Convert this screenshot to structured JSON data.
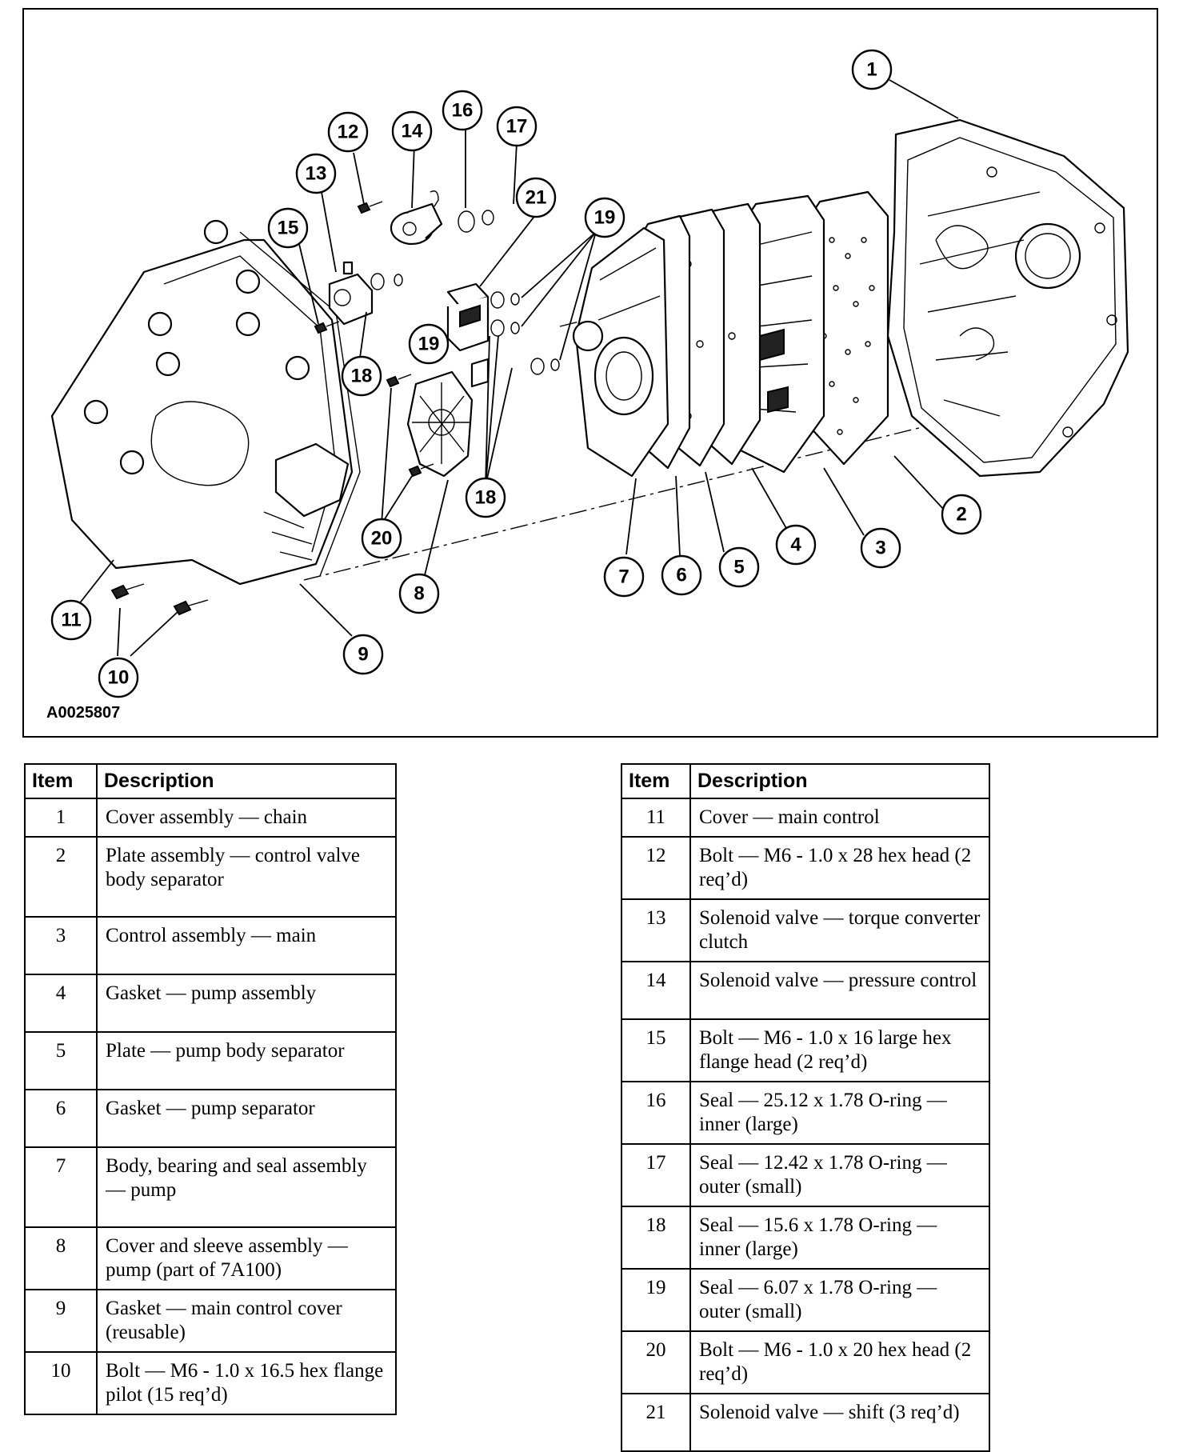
{
  "figure": {
    "figure_id": "A0025807",
    "callouts": [
      {
        "number": "1"
      },
      {
        "number": "2"
      },
      {
        "number": "3"
      },
      {
        "number": "4"
      },
      {
        "number": "5"
      },
      {
        "number": "6"
      },
      {
        "number": "7"
      },
      {
        "number": "8"
      },
      {
        "number": "9"
      },
      {
        "number": "10"
      },
      {
        "number": "11"
      },
      {
        "number": "12"
      },
      {
        "number": "13"
      },
      {
        "number": "14"
      },
      {
        "number": "15"
      },
      {
        "number": "16"
      },
      {
        "number": "17"
      },
      {
        "number": "18"
      },
      {
        "number": "18"
      },
      {
        "number": "19"
      },
      {
        "number": "19"
      },
      {
        "number": "20"
      },
      {
        "number": "21"
      }
    ]
  },
  "tables": {
    "left": {
      "header_item": "Item",
      "header_description": "Description",
      "rows": [
        {
          "item": "1",
          "description": "Cover assembly — chain"
        },
        {
          "item": "2",
          "description": "Plate assembly — control valve body separator"
        },
        {
          "item": "3",
          "description": "Control assembly — main"
        },
        {
          "item": "4",
          "description": "Gasket — pump assembly"
        },
        {
          "item": "5",
          "description": "Plate — pump body separator"
        },
        {
          "item": "6",
          "description": "Gasket — pump separator"
        },
        {
          "item": "7",
          "description": "Body, bearing and seal assembly — pump"
        },
        {
          "item": "8",
          "description": "Cover and sleeve assembly — pump (part of 7A100)"
        },
        {
          "item": "9",
          "description": "Gasket — main control cover (reusable)"
        },
        {
          "item": "10",
          "description": "Bolt — M6 - 1.0 x 16.5 hex flange pilot (15 req’d)"
        }
      ]
    },
    "right": {
      "header_item": "Item",
      "header_description": "Description",
      "rows": [
        {
          "item": "11",
          "description": "Cover — main control"
        },
        {
          "item": "12",
          "description": "Bolt — M6 - 1.0 x 28 hex head (2 req’d)"
        },
        {
          "item": "13",
          "description": "Solenoid valve — torque converter clutch"
        },
        {
          "item": "14",
          "description": "Solenoid valve — pressure control"
        },
        {
          "item": "15",
          "description": "Bolt — M6 - 1.0 x 16 large hex flange head (2 req’d)"
        },
        {
          "item": "16",
          "description": "Seal — 25.12 x 1.78 O-ring — inner (large)"
        },
        {
          "item": "17",
          "description": "Seal — 12.42 x 1.78 O-ring — outer (small)"
        },
        {
          "item": "18",
          "description": "Seal — 15.6 x 1.78 O-ring — inner (large)"
        },
        {
          "item": "19",
          "description": "Seal — 6.07 x 1.78 O-ring — outer (small)"
        },
        {
          "item": "20",
          "description": "Bolt — M6 - 1.0 x 20 hex head (2 req’d)"
        },
        {
          "item": "21",
          "description": "Solenoid valve — shift (3 req’d)"
        }
      ]
    }
  }
}
